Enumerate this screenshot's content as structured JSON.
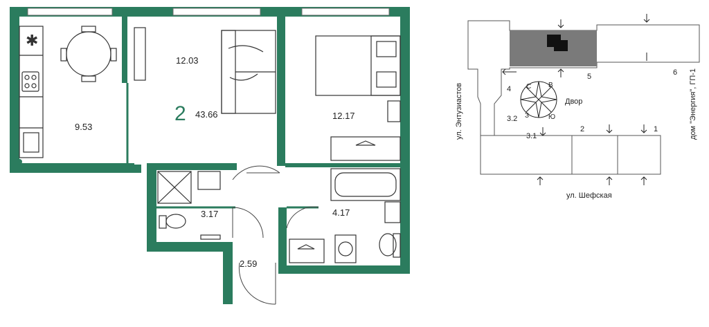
{
  "plan": {
    "wall_color": "#2b7c5e",
    "rooms_count": "2",
    "total_area": "43.66",
    "rooms": [
      {
        "id": "kitchen",
        "area": "9.53"
      },
      {
        "id": "living",
        "area": "12.03"
      },
      {
        "id": "bedroom",
        "area": "12.17"
      },
      {
        "id": "bath1",
        "area": "3.17"
      },
      {
        "id": "bath2",
        "area": "4.17"
      },
      {
        "id": "hall",
        "area": "2.59"
      }
    ]
  },
  "site": {
    "building_fill": "#7a7a7a",
    "street_left": "ул. Энтузиастов",
    "street_bottom": "ул. Шефская",
    "street_right": "дом \"Энергия\", ГП-1",
    "yard": "Двор",
    "section_labels": [
      "1",
      "2",
      "3.1",
      "3.2",
      "4",
      "5",
      "6"
    ],
    "compass": {
      "n": "С",
      "e": "В",
      "s": "Ю",
      "w": "З"
    }
  }
}
